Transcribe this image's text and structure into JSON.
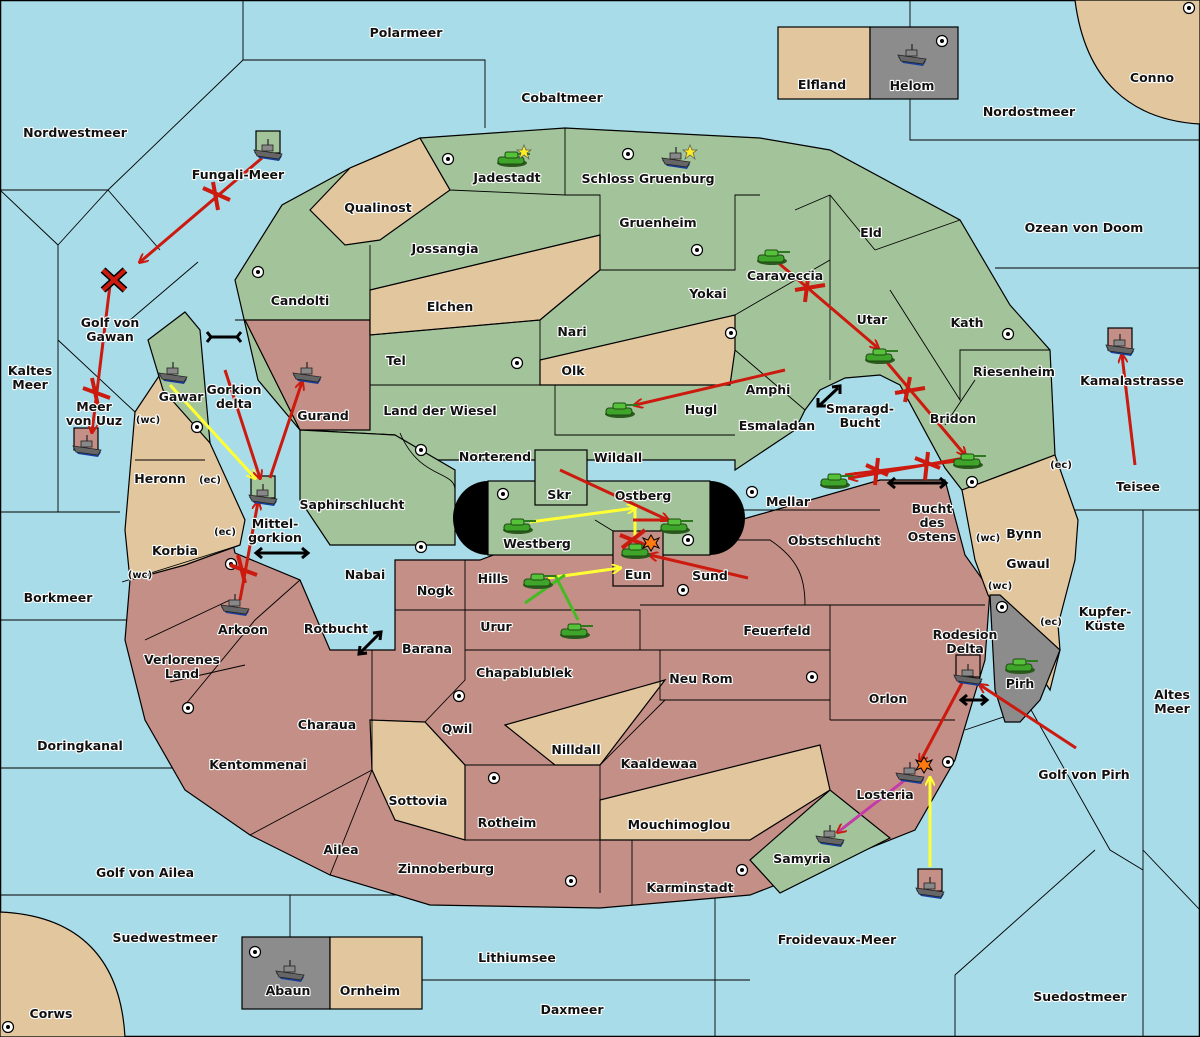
{
  "colors": {
    "sea": "#a8dce9",
    "green_power": "#a3c49a",
    "red_power": "#c48f86",
    "neutral": "#e2c69e",
    "grey_power": "#8c8c8c",
    "order_red": "#cc1a0f",
    "order_yellow": "#ffff33",
    "order_green": "#44bb22",
    "order_magenta": "#c43aa8"
  },
  "seas": [
    {
      "id": "polarmeer",
      "name": "Polarmeer"
    },
    {
      "id": "cobaltmeer",
      "name": "Cobaltmeer"
    },
    {
      "id": "nordwestmeer",
      "name": "Nordwestmeer"
    },
    {
      "id": "fungali",
      "name": "Fungali-Meer"
    },
    {
      "id": "golf-gawan",
      "name": "Golf von Gawan"
    },
    {
      "id": "kaltes",
      "name": "Kaltes Meer"
    },
    {
      "id": "uuz",
      "name": "Meer von Uuz"
    },
    {
      "id": "gorkion-delta",
      "name": "Gorkion delta"
    },
    {
      "id": "mittelgorkion",
      "name": "Mittel-gorkion"
    },
    {
      "id": "borkmeer",
      "name": "Borkmeer"
    },
    {
      "id": "rotbucht",
      "name": "Rotbucht"
    },
    {
      "id": "doringkanal",
      "name": "Doringkanal"
    },
    {
      "id": "golf-ailea",
      "name": "Golf von Ailea"
    },
    {
      "id": "suedwestmeer",
      "name": "Suedwestmeer"
    },
    {
      "id": "lithiumsee",
      "name": "Lithiumsee"
    },
    {
      "id": "daxmeer",
      "name": "Daxmeer"
    },
    {
      "id": "froidevaux",
      "name": "Froidevaux-Meer"
    },
    {
      "id": "suedostmeer",
      "name": "Suedostmeer"
    },
    {
      "id": "golf-pirh",
      "name": "Golf von Pirh"
    },
    {
      "id": "altes",
      "name": "Altes Meer"
    },
    {
      "id": "kupfer",
      "name": "Kupfer-Küste"
    },
    {
      "id": "teisee",
      "name": "Teisee"
    },
    {
      "id": "kamala",
      "name": "Kamalastrasse"
    },
    {
      "id": "ozean-doom",
      "name": "Ozean von Doom"
    },
    {
      "id": "nordostmeer",
      "name": "Nordostmeer"
    },
    {
      "id": "smaragd",
      "name": "Smaragd-Bucht"
    },
    {
      "id": "bucht-ostens",
      "name": "Bucht des Ostens"
    },
    {
      "id": "rodesion",
      "name": "Rodesion Delta"
    }
  ],
  "provinces": [
    "Jadestadt",
    "Schloss Gruenburg",
    "Qualinost",
    "Jossangia",
    "Gruenheim",
    "Candolti",
    "Elchen",
    "Caraveccia",
    "Eld",
    "Yokai",
    "Nari",
    "Olk",
    "Tel",
    "Amphi",
    "Utar",
    "Kath",
    "Land der Wiesel",
    "Hugl",
    "Esmaladan",
    "Riesenheim",
    "Bridon",
    "Gawar",
    "Gurand",
    "Heronn",
    "Korbia",
    "Arkoon",
    "Verlorenes Land",
    "Saphirschlucht",
    "Norterend",
    "Wildall",
    "Skr",
    "Ostberg",
    "Westberg",
    "Eun",
    "Hills",
    "Sund",
    "Mellar",
    "Obstschlucht",
    "Nabai",
    "Nogk",
    "Urur",
    "Barana",
    "Feuerfeld",
    "Chapablublek",
    "Neu Rom",
    "Orlon",
    "Qwil",
    "Nilldall",
    "Kaaldewaa",
    "Charaua",
    "Kentommenai",
    "Sottovia",
    "Rotheim",
    "Mouchimoglou",
    "Losteria",
    "Samyria",
    "Ailea",
    "Zinnoberburg",
    "Karminstadt",
    "Bynn",
    "Gwaul",
    "Pirh",
    "Elfland",
    "Helom",
    "Conno",
    "Abaun",
    "Ornheim",
    "Corws"
  ],
  "labels": {
    "polarmeer": "Polarmeer",
    "cobaltmeer": "Cobaltmeer",
    "nordwestmeer": "Nordwestmeer",
    "fungali": "Fungali-Meer",
    "golf_gawan_1": "Golf von",
    "golf_gawan_2": "Gawan",
    "kaltes_1": "Kaltes",
    "kaltes_2": "Meer",
    "uuz_1": "Meer",
    "uuz_2": "von Uuz",
    "gorkion_1": "Gorkion",
    "gorkion_2": "delta",
    "mittel_1": "Mittel-",
    "mittel_2": "gorkion",
    "borkmeer": "Borkmeer",
    "rotbucht": "Rotbucht",
    "doringkanal": "Doringkanal",
    "golf_ailea": "Golf von Ailea",
    "suedwestmeer": "Suedwestmeer",
    "lithiumsee": "Lithiumsee",
    "daxmeer": "Daxmeer",
    "froidevaux": "Froidevaux-Meer",
    "suedostmeer": "Suedostmeer",
    "golf_pirh": "Golf von Pirh",
    "altes_1": "Altes",
    "altes_2": "Meer",
    "kupfer_1": "Kupfer-",
    "kupfer_2": "Küste",
    "teisee": "Teisee",
    "kamala": "Kamalastrasse",
    "ozean_doom": "Ozean von Doom",
    "nordostmeer": "Nordostmeer",
    "smaragd_1": "Smaragd-",
    "smaragd_2": "Bucht",
    "ostens_1": "Bucht",
    "ostens_2": "des",
    "ostens_3": "Ostens",
    "rodesion_1": "Rodesion",
    "rodesion_2": "Delta",
    "jadestadt": "Jadestadt",
    "schloss": "Schloss Gruenburg",
    "qualinost": "Qualinost",
    "jossangia": "Jossangia",
    "gruenheim": "Gruenheim",
    "candolti": "Candolti",
    "elchen": "Elchen",
    "caraveccia": "Caraveccia",
    "eld": "Eld",
    "yokai": "Yokai",
    "nari": "Nari",
    "olk": "Olk",
    "tel": "Tel",
    "amphi": "Amphi",
    "utar": "Utar",
    "kath": "Kath",
    "wiesel": "Land der Wiesel",
    "hugl": "Hugl",
    "esmaladan": "Esmaladan",
    "riesenheim": "Riesenheim",
    "bridon": "Bridon",
    "gawar": "Gawar",
    "gurand": "Gurand",
    "heronn": "Heronn",
    "korbia": "Korbia",
    "arkoon": "Arkoon",
    "verlorenes_1": "Verlorenes",
    "verlorenes_2": "Land",
    "saphir": "Saphirschlucht",
    "norterend": "Norterend",
    "wildall": "Wildall",
    "skr": "Skr",
    "ostberg": "Ostberg",
    "westberg": "Westberg",
    "eun": "Eun",
    "hills": "Hills",
    "sund": "Sund",
    "mellar": "Mellar",
    "obst": "Obstschlucht",
    "nabai": "Nabai",
    "nogk": "Nogk",
    "urur": "Urur",
    "barana": "Barana",
    "feuerfeld": "Feuerfeld",
    "chapa": "Chapablublek",
    "neurom": "Neu Rom",
    "orlon": "Orlon",
    "qwil": "Qwil",
    "nilldall": "Nilldall",
    "kaaldewaa": "Kaaldewaa",
    "charaua": "Charaua",
    "kentommenai": "Kentommenai",
    "sottovia": "Sottovia",
    "rotheim": "Rotheim",
    "mouchi": "Mouchimoglou",
    "losteria": "Losteria",
    "samyria": "Samyria",
    "ailea": "Ailea",
    "zinnober": "Zinnoberburg",
    "karmin": "Karminstadt",
    "bynn": "Bynn",
    "gwaul": "Gwaul",
    "pirh": "Pirh",
    "elfland": "Elfland",
    "helom": "Helom",
    "conno": "Conno",
    "abaun": "Abaun",
    "ornheim": "Ornheim",
    "corws": "Corws",
    "wc": "(wc)",
    "ec": "(ec)"
  },
  "units": [
    {
      "type": "army",
      "power": "green",
      "location": "Jadestadt",
      "home": true
    },
    {
      "type": "fleet",
      "power": "green",
      "location": "Schloss Gruenburg",
      "home": true
    },
    {
      "type": "fleet",
      "power": "green",
      "location": "Fungali-Meer (retreat)"
    },
    {
      "type": "fleet",
      "power": "red",
      "location": "Meer von Uuz (retreat)"
    },
    {
      "type": "fleet",
      "power": "green",
      "location": "Gawar"
    },
    {
      "type": "fleet",
      "power": "green",
      "location": "Mittelgorkion (retreat)"
    },
    {
      "type": "fleet",
      "power": "red",
      "location": "Gurand"
    },
    {
      "type": "fleet",
      "power": "red",
      "location": "Arkoon"
    },
    {
      "type": "army",
      "power": "green",
      "location": "Caraveccia"
    },
    {
      "type": "army",
      "power": "green",
      "location": "Utar"
    },
    {
      "type": "army",
      "power": "green",
      "location": "Hugl"
    },
    {
      "type": "army",
      "power": "green",
      "location": "Bridon"
    },
    {
      "type": "army",
      "power": "green",
      "location": "Mellar"
    },
    {
      "type": "army",
      "power": "green",
      "location": "Westberg"
    },
    {
      "type": "army",
      "power": "green",
      "location": "Ostberg"
    },
    {
      "type": "army",
      "power": "green",
      "location": "Eun",
      "dislodged": true
    },
    {
      "type": "army",
      "power": "green",
      "location": "Hills"
    },
    {
      "type": "army",
      "power": "green",
      "location": "Urur"
    },
    {
      "type": "fleet",
      "power": "grey",
      "location": "Helom"
    },
    {
      "type": "fleet",
      "power": "grey",
      "location": "Abaun"
    },
    {
      "type": "fleet",
      "power": "red",
      "location": "Kamalastrasse (retreat)"
    },
    {
      "type": "fleet",
      "power": "red",
      "location": "Rodesion Delta (retreat)"
    },
    {
      "type": "army",
      "power": "green",
      "location": "Pirh"
    },
    {
      "type": "fleet",
      "power": "red",
      "location": "Losteria",
      "dislodged": true
    },
    {
      "type": "fleet",
      "power": "green",
      "location": "Samyria"
    },
    {
      "type": "fleet",
      "power": "red",
      "location": "Froidevaux-Meer (retreat)"
    }
  ]
}
